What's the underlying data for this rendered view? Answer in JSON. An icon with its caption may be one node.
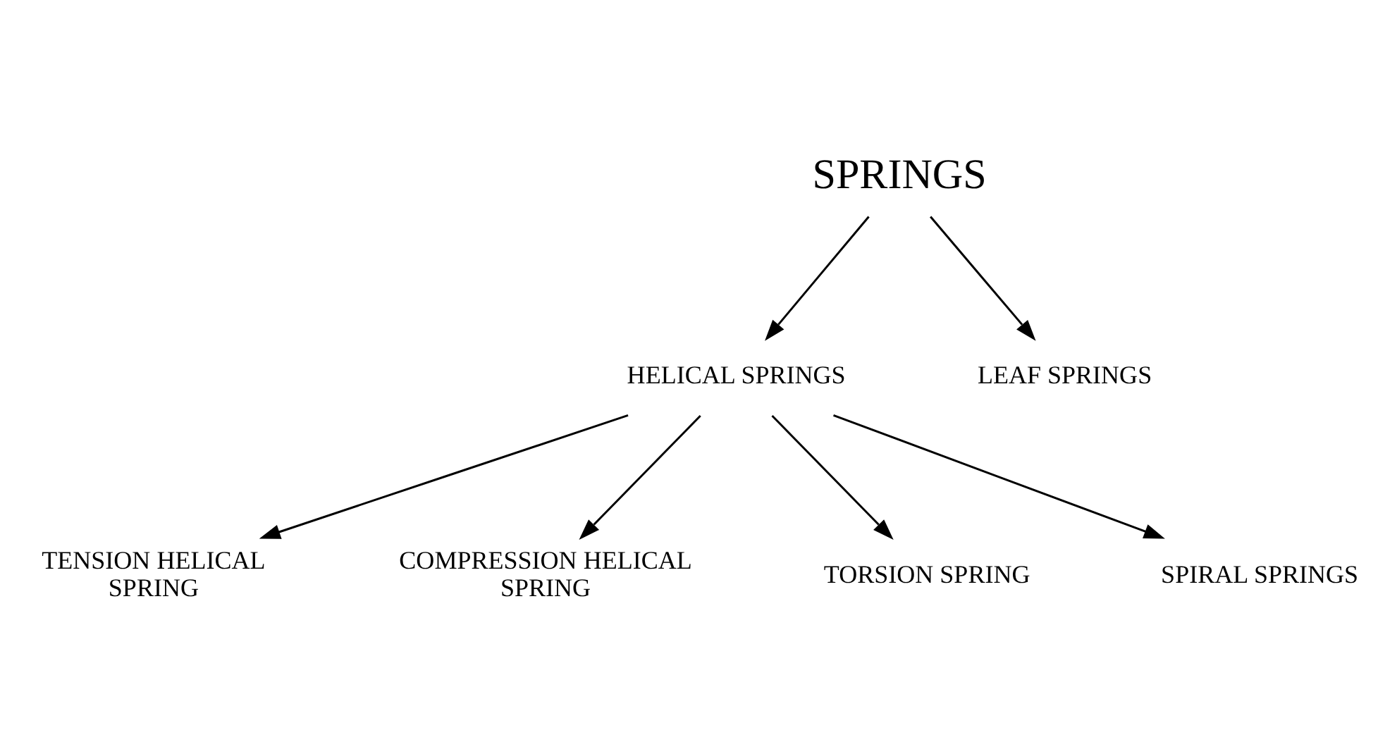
{
  "diagram": {
    "nodes": [
      {
        "text": [
          "SPRINGS"
        ]
      },
      {
        "text": [
          "HELICAL SPRINGS"
        ]
      },
      {
        "text": [
          "LEAF SPRINGS"
        ]
      },
      {
        "text": [
          "TENSION HELICAL SPRING"
        ]
      },
      {
        "text": [
          "COMPRESSION HELICAL SPRING"
        ]
      },
      {
        "text": [
          "TORSION SPRING"
        ]
      },
      {
        "text": [
          "SPIRAL SPRINGS"
        ]
      }
    ],
    "edges": [
      {
        "from": 0,
        "to": 1,
        "arrow": "to"
      },
      {
        "from": 0,
        "to": 2,
        "arrow": "to"
      },
      {
        "from": 1,
        "to": 3,
        "arrow": "to"
      },
      {
        "from": 1,
        "to": 4,
        "arrow": "to"
      },
      {
        "from": 1,
        "to": 5,
        "arrow": "to"
      },
      {
        "from": 1,
        "to": 6,
        "arrow": "to"
      }
    ]
  }
}
